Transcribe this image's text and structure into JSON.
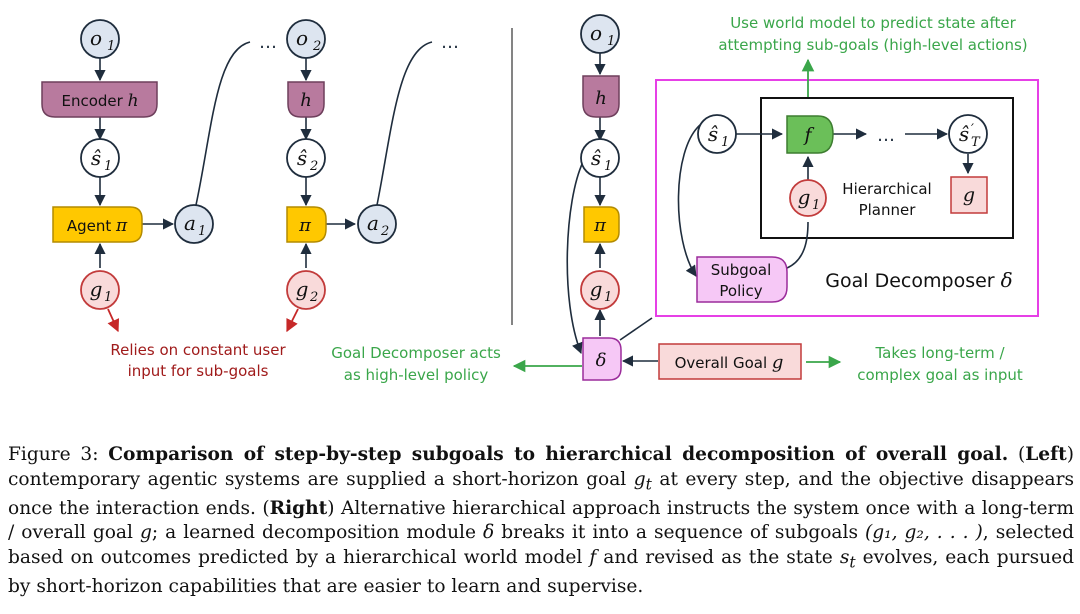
{
  "figure_label": "Figure 3:",
  "figure_title": "Comparison of step-by-step subgoals to hierarchical decomposition of overall goal.",
  "caption": {
    "left_label": "Left",
    "left_text_1": " contemporary agentic systems are supplied a short-horizon goal ",
    "left_var_gt": "g",
    "left_var_gt_sub": "t",
    "left_text_2": " at every step, and the objective disappears once the interaction ends. ",
    "right_label": "Right",
    "right_text_1": " Alternative hierarchical approach instructs the system once with a long-term / overall goal ",
    "right_var_g": "g",
    "right_text_2": "; a learned decomposition module ",
    "right_var_delta": "δ",
    "right_text_3": " breaks it into a sequence of subgoals ",
    "right_seq": "(g₁, g₂, . . . )",
    "right_text_4": ", selected based on outcomes predicted by a hierarchical world model ",
    "right_var_f": "f",
    "right_text_5": " and revised as the state ",
    "right_var_st": "s",
    "right_var_st_sub": "t",
    "right_text_6": " evolves, each pursued by short-horizon capabilities that are easier to learn and supervise."
  },
  "left": {
    "o1": {
      "base": "o",
      "sub": "1"
    },
    "o2": {
      "base": "o",
      "sub": "2"
    },
    "encoder": {
      "text": "Encoder ",
      "var": "h"
    },
    "h2": {
      "var": "h"
    },
    "s1": {
      "base": "ŝ",
      "sub": "1"
    },
    "s2": {
      "base": "ŝ",
      "sub": "2"
    },
    "agent": {
      "text": "Agent ",
      "var": "π"
    },
    "pi2": {
      "var": "π"
    },
    "a1": {
      "base": "a",
      "sub": "1"
    },
    "a2": {
      "base": "a",
      "sub": "2"
    },
    "g1": {
      "base": "g",
      "sub": "1"
    },
    "g2": {
      "base": "g",
      "sub": "2"
    },
    "ellipsis": "…",
    "note_line1": "Relies on constant user",
    "note_line2": "input for sub-goals"
  },
  "right": {
    "o1": {
      "base": "o",
      "sub": "1"
    },
    "h": {
      "var": "h"
    },
    "s1": {
      "base": "ŝ",
      "sub": "1"
    },
    "pi": {
      "var": "π"
    },
    "g1": {
      "base": "g",
      "sub": "1"
    },
    "delta": {
      "var": "δ"
    },
    "overall_goal": {
      "text": "Overall Goal ",
      "var": "g"
    },
    "note_top_line1": "Use world model to predict state after",
    "note_top_line2": "attempting sub-goals (high-level actions)",
    "note_left_line1": "Goal Decomposer acts",
    "note_left_line2": "as high-level policy",
    "note_right_line1": "Takes long-term /",
    "note_right_line2": "complex goal as input",
    "decomposer_label": {
      "text": "Goal Decomposer ",
      "var": "δ"
    },
    "planner_line1": "Hierarchical",
    "planner_line2": "Planner",
    "inner_s1": {
      "base": "ŝ",
      "sub": "1"
    },
    "inner_f": {
      "var": "f"
    },
    "inner_g1": {
      "base": "g",
      "sub": "1"
    },
    "inner_g": {
      "var": "g"
    },
    "inner_sT": {
      "base": "ŝ",
      "sub": "T",
      "prime": "′"
    },
    "inner_ellipsis": "…",
    "subgoal_line1": "Subgoal",
    "subgoal_line2": "Policy"
  },
  "colors": {
    "obs_fill": "#dde5f0",
    "encoder_fill": "#b87a9e",
    "agent_fill": "#ffc800",
    "goal_fill": "#f9dada",
    "goal_stroke": "#c23b3b",
    "red_text": "#a01b1b",
    "green_text": "#3aa64a",
    "magenta": "#e640e6",
    "decomposer_fill": "#f6c8f6",
    "f_fill": "#6bbf59",
    "dark": "#1f2d3d"
  }
}
